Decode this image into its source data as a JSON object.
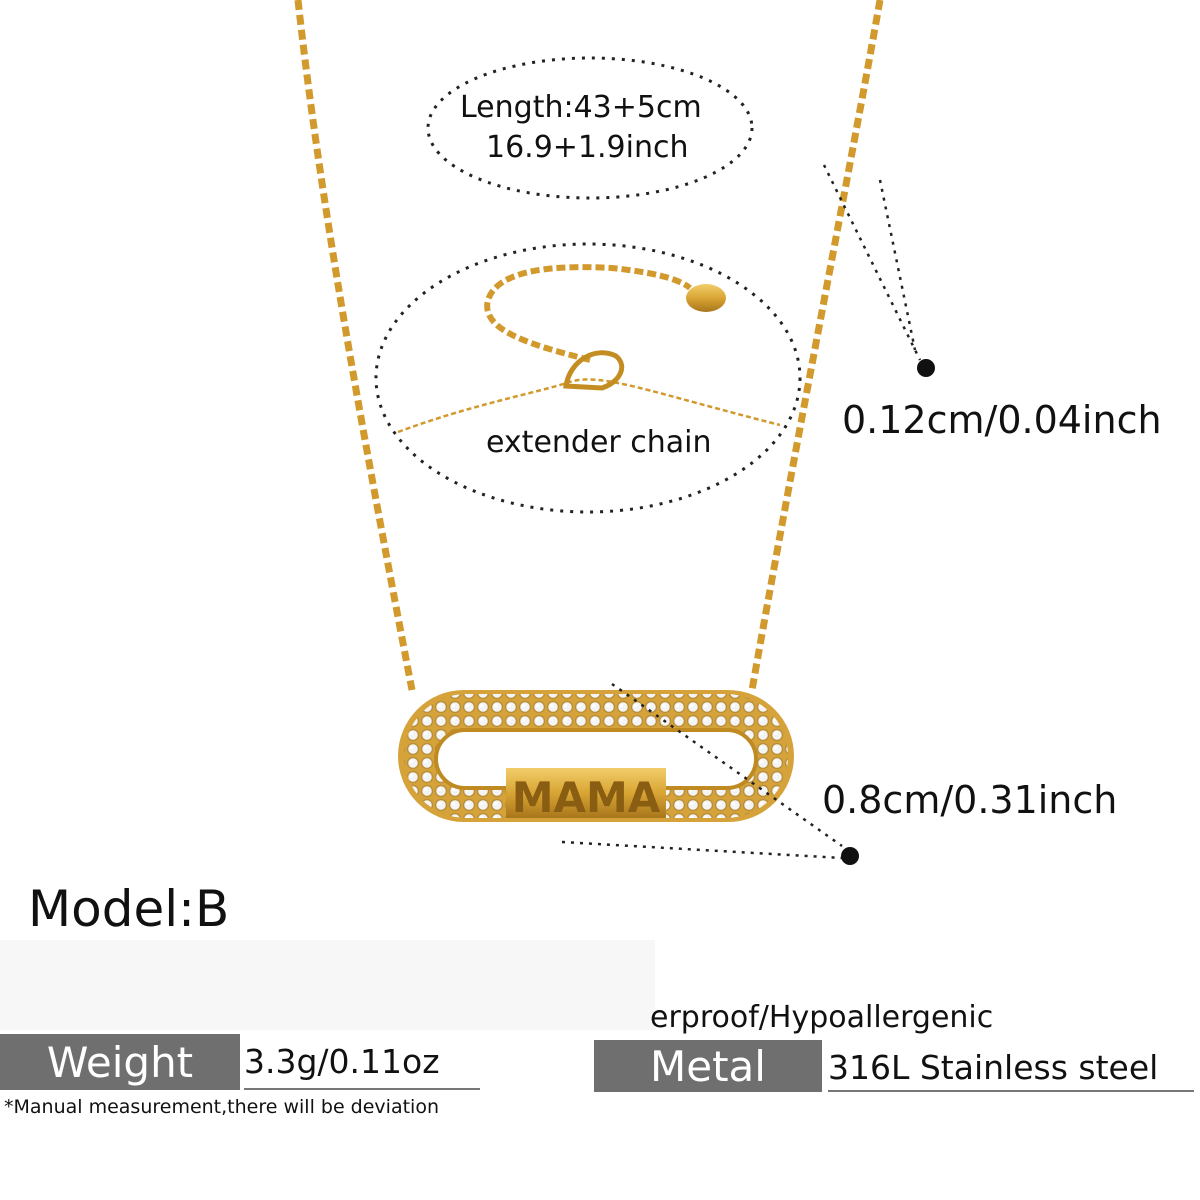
{
  "labels": {
    "length_line1": "Length:43+5cm",
    "length_line2": "16.9+1.9inch",
    "extender": "extender chain",
    "thickness": "0.12cm/0.04inch",
    "pendant_height": "0.8cm/0.31inch",
    "model": "Model:B",
    "properties": "erproof/Hypoallergenic"
  },
  "specs": {
    "weight_label": "Weight",
    "weight_value": "3.3g/0.11oz",
    "metal_label": "Metal",
    "metal_value": "316L Stainless steel",
    "note": "*Manual measurement,there will be deviation"
  },
  "pendant_text": "MAMA",
  "colors": {
    "gold": "#d9a534",
    "gold_dark": "#a8761c",
    "tag_bg": "#6f6f6f"
  }
}
